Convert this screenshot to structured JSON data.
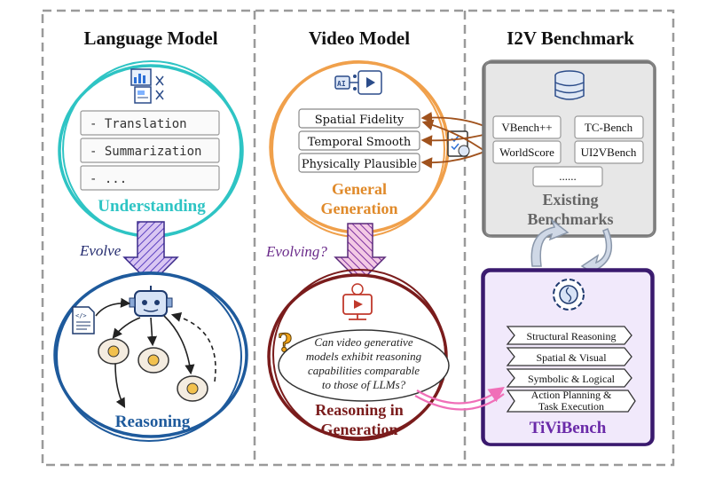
{
  "columns": {
    "language": {
      "title": "Language Model",
      "items": [
        "- Translation",
        "- Summarization",
        "- ..."
      ],
      "top_label": "Understanding",
      "arrow_label": "Evolve",
      "bottom_label": "Reasoning"
    },
    "video": {
      "title": "Video Model",
      "items": [
        "Spatial Fidelity",
        "Temporal Smooth",
        "Physically Plausible"
      ],
      "top_label_line1": "General",
      "top_label_line2": "Generation",
      "arrow_label": "Evolving?",
      "question": [
        "Can video generative",
        "models exhibit reasoning",
        "capabilities comparable",
        "to those of LLMs?"
      ],
      "bottom_label_line1": "Reasoning in",
      "bottom_label_line2": "Generation"
    },
    "benchmark": {
      "title": "I2V Benchmark",
      "existing": [
        "VBench++",
        "TC-Bench",
        "WorldScore",
        "UI2VBench",
        "......"
      ],
      "existing_label_line1": "Existing",
      "existing_label_line2": "Benchmarks",
      "tivi_items": [
        "Structural Reasoning",
        "Spatial & Visual",
        "Symbolic & Logical",
        "Action Planning &",
        "Task Execution"
      ],
      "tivi_label": "TiViBench"
    }
  },
  "icons": {
    "chart": "chart-document-icon",
    "ai_video": "ai-video-icon",
    "database": "database-icon",
    "robot": "robot-icon",
    "document": "code-document-icon",
    "brain": "brain-thought-icon",
    "checklist": "checklist-icon",
    "monitor": "video-monitor-icon",
    "question": "question-mark-icon",
    "gear_brain": "gear-brain-icon"
  },
  "colors": {
    "teal": "#2ec4c4",
    "blue": "#1e5a9c",
    "orange": "#f0a04b",
    "dark_red": "#7a1c1c",
    "purple": "#3a1a6e",
    "lavender": "#f1e9fb",
    "gray": "#8a8a8a",
    "pink": "#f06fb8",
    "brown": "#a0521d"
  }
}
